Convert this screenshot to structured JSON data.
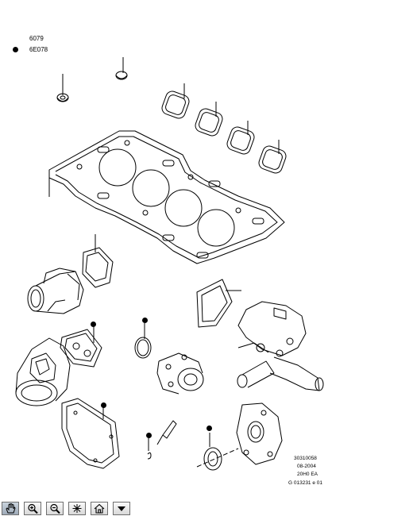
{
  "legend": [
    {
      "code": "6079",
      "marked": false
    },
    {
      "code": "6E078",
      "marked": true
    }
  ],
  "reference": {
    "lines": [
      "30310058",
      "08-2004",
      "20H0 EA",
      "G 013231 e 01"
    ]
  },
  "toolbar": {
    "buttons": [
      {
        "name": "pan-tool-button",
        "icon": "hand-icon"
      },
      {
        "name": "zoom-in-button",
        "icon": "zoom-in-icon"
      },
      {
        "name": "zoom-out-button",
        "icon": "zoom-out-icon"
      },
      {
        "name": "fit-window-button",
        "icon": "fit-icon"
      },
      {
        "name": "home-button",
        "icon": "home-icon"
      },
      {
        "name": "menu-button",
        "icon": "dropdown-arrow-icon"
      }
    ]
  }
}
